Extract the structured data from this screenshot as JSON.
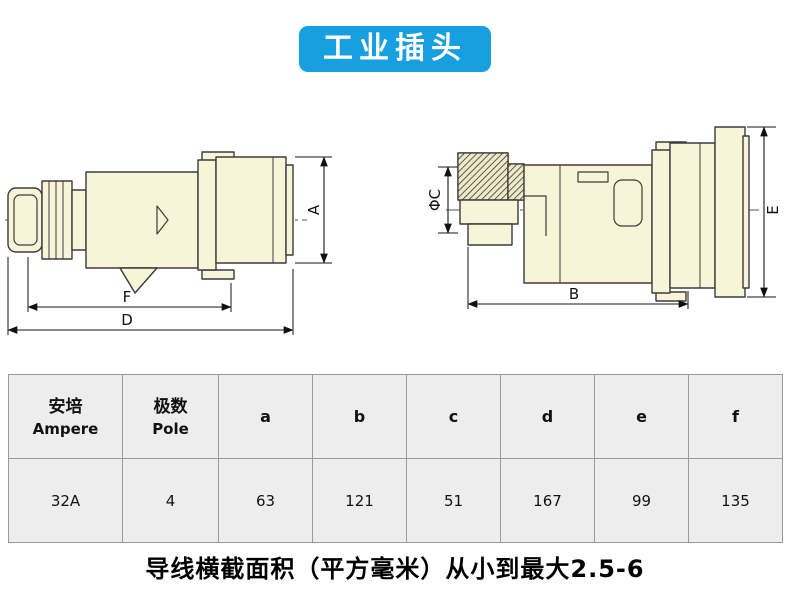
{
  "title": "工业插头",
  "colors": {
    "badge_bg": "#189fe2",
    "body_fill": "#f8f4d8"
  },
  "drawing": {
    "left": {
      "dim_a": "A",
      "dim_f": "F",
      "dim_d": "D"
    },
    "right": {
      "dim_c": "ΦC",
      "dim_b": "B",
      "dim_e": "E"
    }
  },
  "table": {
    "headers": {
      "ampere_zh": "安培",
      "ampere_en": "Ampere",
      "pole_zh": "极数",
      "pole_en": "Pole",
      "letters": [
        "a",
        "b",
        "c",
        "d",
        "e",
        "f"
      ]
    },
    "row": [
      "32A",
      "4",
      "63",
      "121",
      "51",
      "167",
      "99",
      "135"
    ]
  },
  "caption": "导线横截面积（平方毫米）从小到最大2.5-6"
}
